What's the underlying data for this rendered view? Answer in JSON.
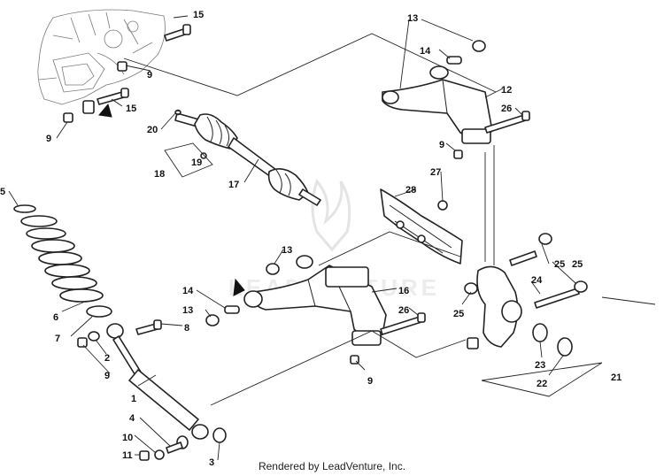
{
  "footer": {
    "credit": "Rendered by LeadVenture, Inc."
  },
  "watermark": {
    "text": "LEADVENTURE"
  },
  "callouts": [
    {
      "id": "c15a",
      "label": "15"
    },
    {
      "id": "c15b",
      "label": "15"
    },
    {
      "id": "c9a",
      "label": "9"
    },
    {
      "id": "c9b",
      "label": "9"
    },
    {
      "id": "c9c",
      "label": "9"
    },
    {
      "id": "c9d",
      "label": "9"
    },
    {
      "id": "c9e",
      "label": "9"
    },
    {
      "id": "c13a",
      "label": "13"
    },
    {
      "id": "c14a",
      "label": "14"
    },
    {
      "id": "c12",
      "label": "12"
    },
    {
      "id": "c26a",
      "label": "26"
    },
    {
      "id": "c20",
      "label": "20"
    },
    {
      "id": "c19",
      "label": "19"
    },
    {
      "id": "c18",
      "label": "18"
    },
    {
      "id": "c17",
      "label": "17"
    },
    {
      "id": "c27",
      "label": "27"
    },
    {
      "id": "c28",
      "label": "28"
    },
    {
      "id": "c5",
      "label": "5"
    },
    {
      "id": "c13b",
      "label": "13"
    },
    {
      "id": "c14b",
      "label": "14"
    },
    {
      "id": "c13c",
      "label": "13"
    },
    {
      "id": "c16",
      "label": "16"
    },
    {
      "id": "c26b",
      "label": "26"
    },
    {
      "id": "c6",
      "label": "6"
    },
    {
      "id": "c7",
      "label": "7"
    },
    {
      "id": "c8",
      "label": "8"
    },
    {
      "id": "c2",
      "label": "2"
    },
    {
      "id": "c1",
      "label": "1"
    },
    {
      "id": "c4",
      "label": "4"
    },
    {
      "id": "c10",
      "label": "10"
    },
    {
      "id": "c11",
      "label": "11"
    },
    {
      "id": "c3",
      "label": "3"
    },
    {
      "id": "c25a",
      "label": "25"
    },
    {
      "id": "c25b",
      "label": "25"
    },
    {
      "id": "c24",
      "label": "24"
    },
    {
      "id": "c25c",
      "label": "25"
    },
    {
      "id": "c23",
      "label": "23"
    },
    {
      "id": "c22",
      "label": "22"
    },
    {
      "id": "c21",
      "label": "21"
    }
  ]
}
